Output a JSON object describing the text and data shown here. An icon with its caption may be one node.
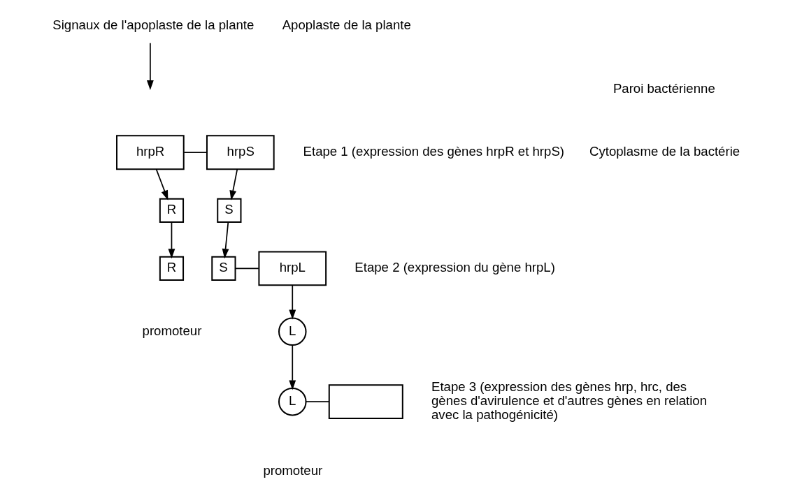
{
  "diagram": {
    "nodes": [
      {
        "text": [
          "Signaux de l'apoplaste de la plante"
        ]
      },
      {
        "text": [
          "hrpR"
        ]
      },
      {
        "text": [
          "hrpS"
        ]
      },
      {
        "text": [
          "R"
        ]
      },
      {
        "text": [
          "S"
        ]
      },
      {
        "text": [
          "R"
        ]
      },
      {
        "text": [
          "S"
        ]
      },
      {
        "text": [
          "hrpL"
        ]
      },
      {
        "text": [
          "L"
        ]
      },
      {
        "text": [
          "L"
        ]
      },
      {
        "text": [],
        "shape": "box"
      }
    ],
    "edges": [
      {
        "from": 0,
        "to": null,
        "arrow": "to"
      },
      {
        "from": 1,
        "to": 2,
        "arrow": "none"
      },
      {
        "from": 1,
        "to": 3,
        "arrow": "to"
      },
      {
        "from": 2,
        "to": 4,
        "arrow": "to"
      },
      {
        "from": 3,
        "to": 5,
        "arrow": "to"
      },
      {
        "from": 4,
        "to": 6,
        "arrow": "to"
      },
      {
        "from": 6,
        "to": 7,
        "arrow": "none"
      },
      {
        "from": 7,
        "to": 8,
        "arrow": "to"
      },
      {
        "from": 8,
        "to": 9,
        "arrow": "to"
      },
      {
        "from": 9,
        "to": 10,
        "arrow": "none"
      }
    ],
    "labels": [
      "Apoplaste de la plante",
      "Paroi bactérienne",
      "Cytoplasme de la bactérie",
      "Etape 1 (expression des gènes hrpR et hrpS)",
      "Etape 2 (expression du gène hrpL)",
      "promoteur",
      "Etape 3 (expression des gènes hrp, hrc, des gènes d'avirulence et d'autres gènes en relation avec la pathogénicité)",
      "promoteur"
    ]
  }
}
